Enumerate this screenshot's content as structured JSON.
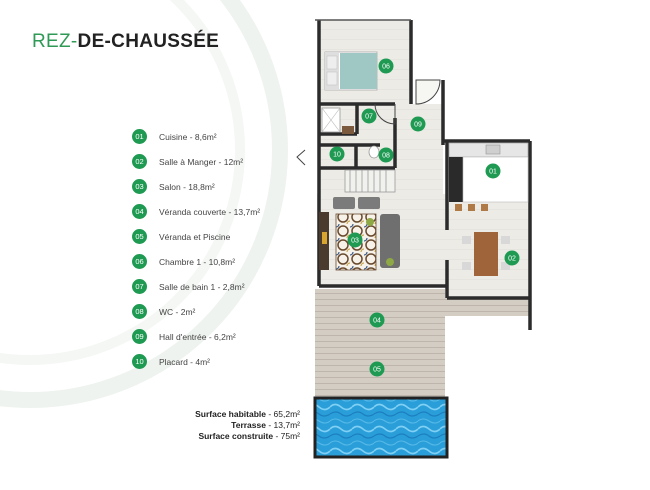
{
  "title": {
    "part1": "REZ",
    "part2": "-",
    "part3": "DE-CHAUSSÉE"
  },
  "legend": [
    {
      "num": "01",
      "label": "Cuisine - 8,6m²"
    },
    {
      "num": "02",
      "label": "Salle à Manger - 12m²"
    },
    {
      "num": "03",
      "label": "Salon - 18,8m²"
    },
    {
      "num": "04",
      "label": "Véranda couverte - 13,7m²"
    },
    {
      "num": "05",
      "label": "Véranda et Piscine"
    },
    {
      "num": "06",
      "label": "Chambre 1 - 10,8m²"
    },
    {
      "num": "07",
      "label": "Salle de bain 1 - 2,8m²"
    },
    {
      "num": "08",
      "label": "WC - 2m²"
    },
    {
      "num": "09",
      "label": "Hall d'entrée - 6,2m²"
    },
    {
      "num": "10",
      "label": "Placard - 4m²"
    }
  ],
  "surfaces": [
    {
      "label": "Surface habitable",
      "value": " - 65,2m²"
    },
    {
      "label": "Terrasse",
      "value": " - 13,7m²"
    },
    {
      "label": "Surface construite",
      "value": " - 75m²"
    }
  ],
  "plan_markers": [
    "01",
    "02",
    "03",
    "04",
    "05",
    "06",
    "07",
    "08",
    "09",
    "10"
  ],
  "colors": {
    "accent": "#1e9a52",
    "wall": "#2b2b2b",
    "floor": "#ecebe6",
    "pool": "#2a9ed8",
    "deck": "#cfc9c0"
  }
}
